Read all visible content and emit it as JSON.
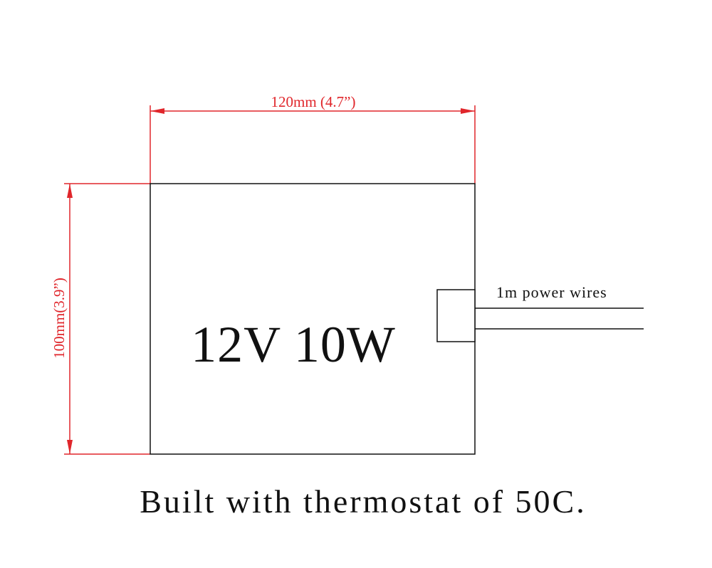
{
  "dimensions": {
    "width_label": "120mm (4.7”)",
    "height_label": "100mm(3.9”)"
  },
  "heater": {
    "spec_label": "12V 10W"
  },
  "wires": {
    "label": "1m power wires"
  },
  "caption": {
    "text": "Built with thermostat of 50C."
  },
  "colors": {
    "dimension_lines": "#e0262b",
    "drawing_lines": "#111111",
    "background": "#ffffff"
  }
}
